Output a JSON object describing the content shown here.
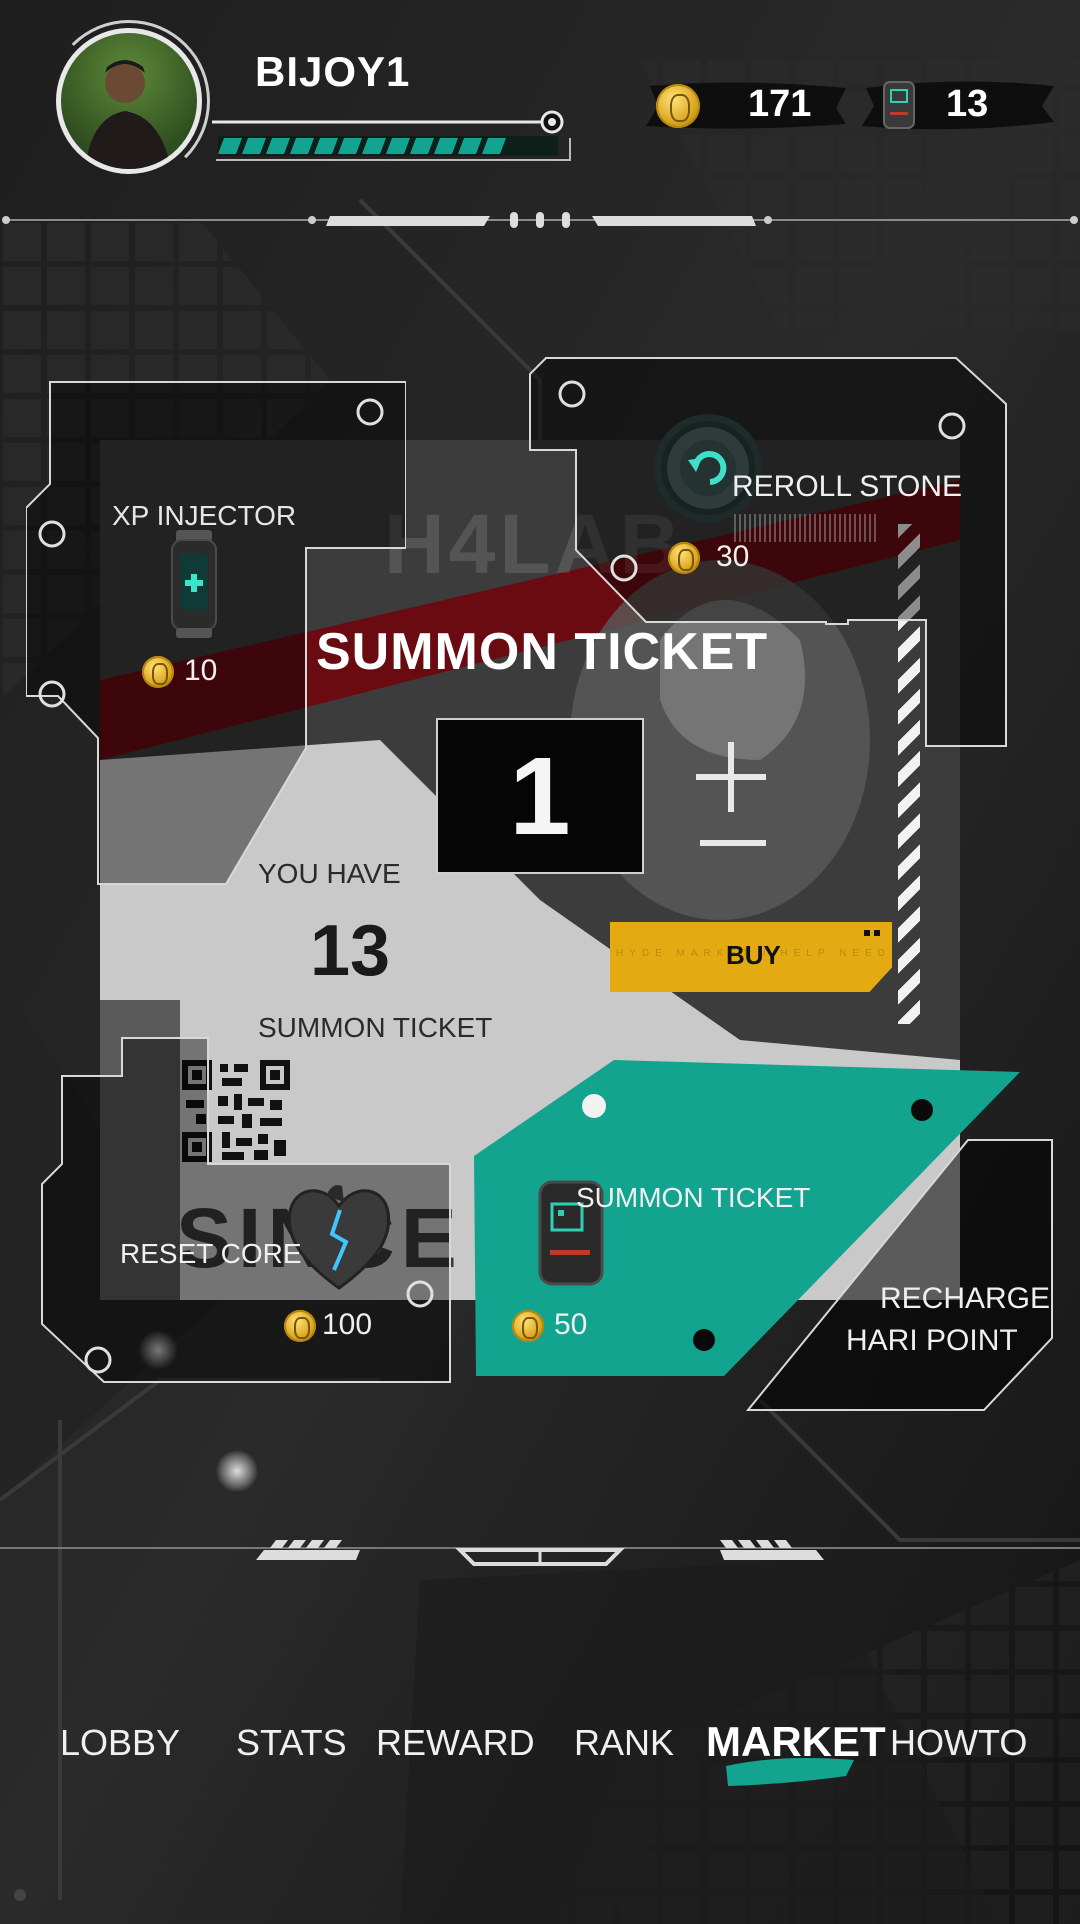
{
  "player": {
    "name": "BIJOY1",
    "xp_progress": 0.88
  },
  "currency": {
    "coins": "171",
    "tickets": "13"
  },
  "market": {
    "summon_panel": {
      "title": "SUMMON TICKET",
      "quantity": "1",
      "plus": "+",
      "minus": "—",
      "buy_label": "BUY",
      "buy_watermark": "HYDE MARKET / HELP NEEDIE / HONEST WITNESS",
      "have_label": "YOU HAVE",
      "have_count": "13",
      "have_item": "SUMMON TICKET",
      "bg_text_top": "H4LAB",
      "bg_text_bottom": "SINCE"
    },
    "items": {
      "xp_injector": {
        "name": "XP INJECTOR",
        "price": "10"
      },
      "reroll_stone": {
        "name": "REROLL STONE",
        "price": "30"
      },
      "reset_core": {
        "name": "RESET CORE",
        "price": "100"
      },
      "summon_ticket": {
        "name": "SUMMON TICKET",
        "price": "50"
      },
      "recharge": {
        "line1": "RECHARGE",
        "line2": "HARI POINT"
      }
    }
  },
  "nav": {
    "lobby": "LOBBY",
    "stats": "STATS",
    "reward": "REWARD",
    "rank": "RANK",
    "market": "MARKET",
    "howto": "HOWTO",
    "active": "MARKET"
  },
  "colors": {
    "accent_teal": "#12a48f",
    "buy_yellow": "#e3aa12",
    "coin_gold": "#d9a51c",
    "dark_red": "#6a0b12"
  }
}
